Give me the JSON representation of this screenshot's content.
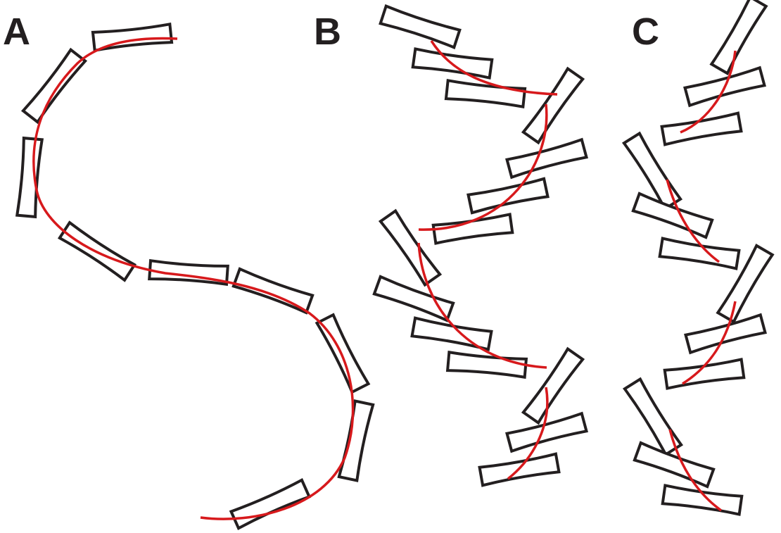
{
  "panels": [
    {
      "label": "A"
    },
    {
      "label": "B"
    },
    {
      "label": "C"
    }
  ],
  "colors": {
    "block_stroke": "#231f20",
    "curve": "#d7191c",
    "background": "#ffffff"
  }
}
